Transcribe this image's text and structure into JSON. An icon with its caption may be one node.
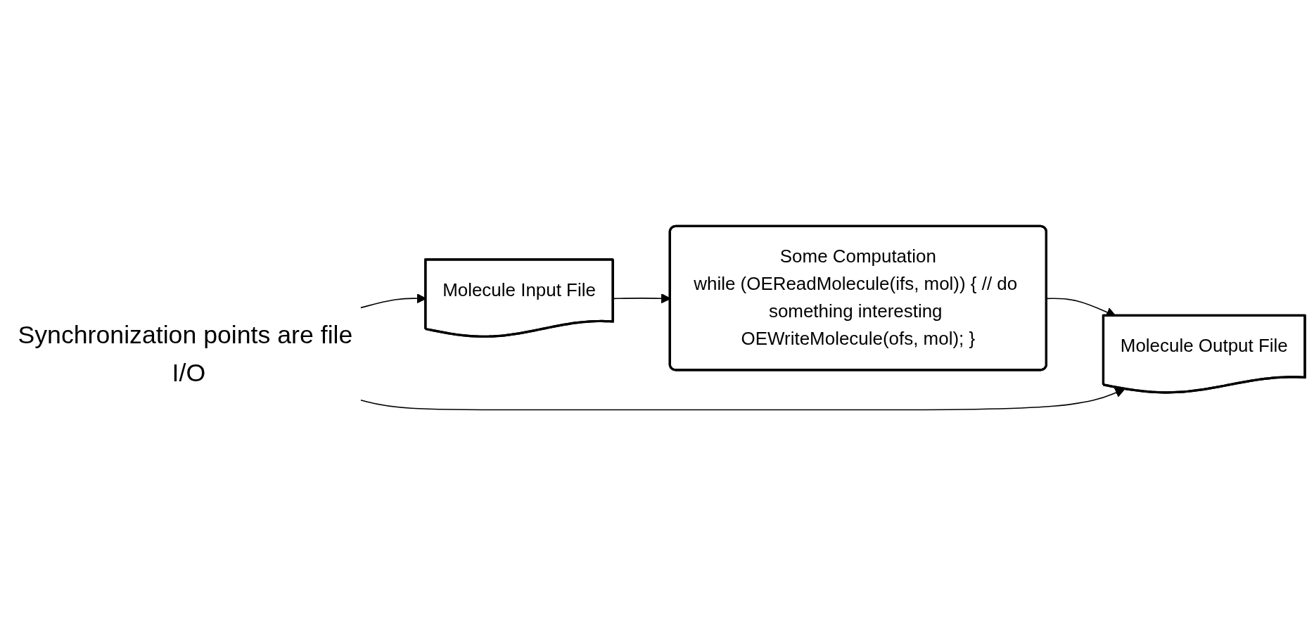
{
  "diagram": {
    "nodes": [
      {
        "text": [
          "Molecule Input File"
        ]
      },
      {
        "text": [
          "Some Computation",
          "while (OEReadMolecule(ifs, mol)) { // do something interesting OEWriteMolecule(ofs, mol); }"
        ]
      },
      {
        "text": [
          "Molecule Output File"
        ]
      },
      {
        "text": [
          "Synchronization points are file I/O"
        ]
      }
    ],
    "edges": [
      {
        "from": 0,
        "to": 1,
        "arrow": "to"
      },
      {
        "from": 1,
        "to": 2,
        "arrow": "to"
      },
      {
        "from": 3,
        "to": 0,
        "arrow": "to"
      },
      {
        "from": 3,
        "to": 2,
        "arrow": "to"
      }
    ]
  }
}
